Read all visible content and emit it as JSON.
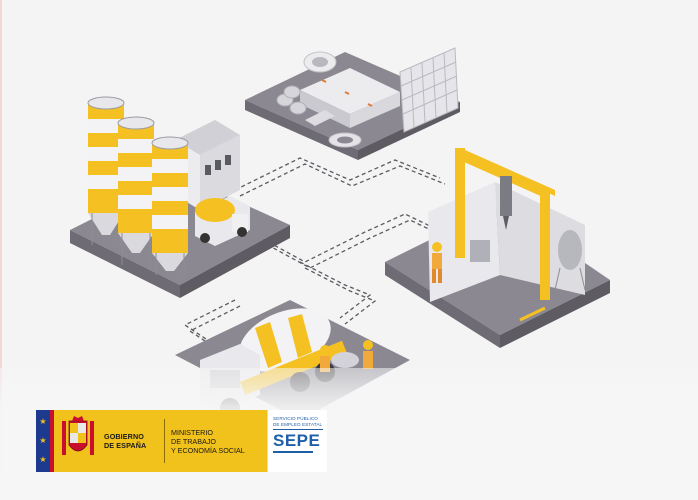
{
  "logos": {
    "gobierno": [
      "GOBIERNO",
      "DE ESPAÑA"
    ],
    "ministerio": [
      "MINISTERIO",
      "DE TRABAJO",
      "Y ECONOMÍA SOCIAL"
    ],
    "sepe_small": [
      "SERVICIO PÚBLICO",
      "DE EMPLEO ESTATAL"
    ],
    "sepe_big": "SEPE"
  },
  "colors": {
    "accent_yellow": "#f5c122",
    "platform": "#8b8891",
    "gov_yellow": "#f1c21b",
    "sepe_blue": "#1f5fa8",
    "eu_blue": "#1d3a8f"
  },
  "icons": [
    "silo-plant-illustration",
    "precast-yard-illustration",
    "gantry-crane-illustration",
    "mixer-truck-illustration",
    "workers-illustration",
    "coat-of-arms-icon"
  ]
}
